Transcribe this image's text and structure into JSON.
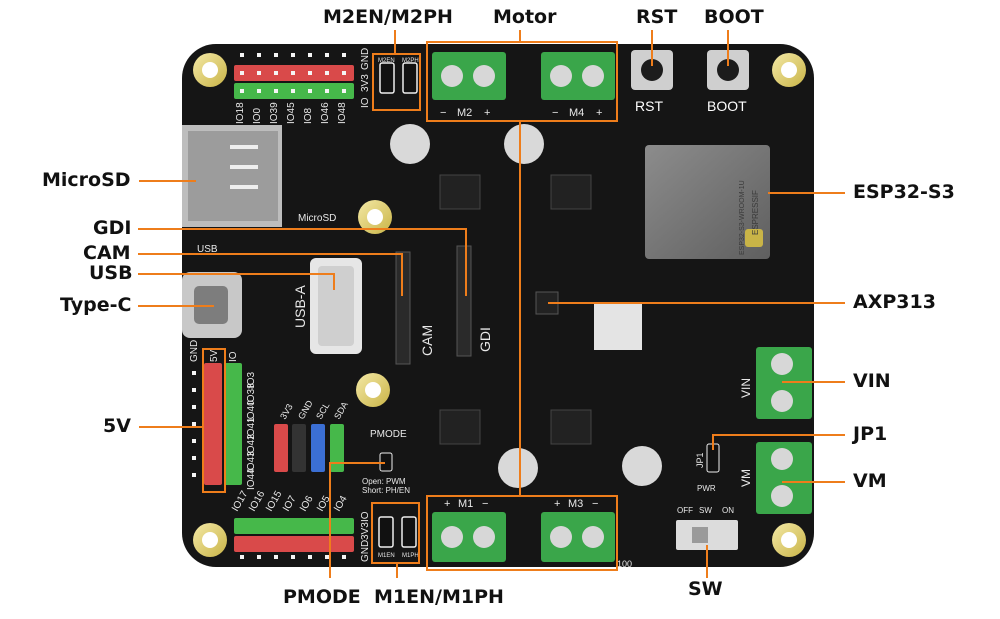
{
  "colors": {
    "pcb": "#151515",
    "callout_line": "#ee7d1b",
    "terminal_green": "#3aa64a",
    "header_red": "#d94a4a",
    "header_green": "#46b84a",
    "header_blue": "#3b6fd4",
    "mount_gold": "#e6d36a"
  },
  "labels": {
    "m2en_m2ph": "M2EN/M2PH",
    "motor": "Motor",
    "rst": "RST",
    "boot": "BOOT",
    "microsd": "MicroSD",
    "esp32": "ESP32-S3",
    "gdi": "GDI",
    "cam": "CAM",
    "usb": "USB",
    "typec": "Type-C",
    "axp313": "AXP313",
    "vin": "VIN",
    "five_v": "5V",
    "jp1": "JP1",
    "vm": "VM",
    "pmode": "PMODE",
    "m1en_m1ph": "M1EN/M1PH",
    "sw": "SW"
  },
  "silk": {
    "top_pins": [
      "IO18",
      "IO0",
      "IO39",
      "IO45",
      "IO8",
      "IO46",
      "IO48"
    ],
    "top_side": [
      "GND",
      "3V3",
      "IO"
    ],
    "m2en": "M2EN",
    "m2ph": "M2PH",
    "m2": "M2",
    "m4": "M4",
    "plus": "+",
    "minus": "−",
    "rst": "RST",
    "boot": "BOOT",
    "microsd": "MicroSD",
    "usb": "USB",
    "usb_a": "USB-A",
    "cam": "CAM",
    "gdi": "GDI",
    "left_head": [
      "GND",
      "5V",
      "IO"
    ],
    "left_pins": [
      "IO3",
      "IO38",
      "IO40",
      "IO41",
      "IO42",
      "IO43",
      "IO44"
    ],
    "i2c": [
      "3V3",
      "GND",
      "SCL",
      "SDA"
    ],
    "pmode": "PMODE",
    "pmode_note1": "Open: PWM",
    "pmode_note2": "Short: PH/EN",
    "bottom_pins": [
      "IO17",
      "IO16",
      "IO15",
      "IO7",
      "IO6",
      "IO5",
      "IO4"
    ],
    "bottom_side": [
      "GND",
      "3V3",
      "IO"
    ],
    "m1en": "M1EN",
    "m1ph": "M1PH",
    "m1": "M1",
    "m3": "M3",
    "vin": "VIN",
    "vm": "VM",
    "jp1": "JP1",
    "pwr": "PWR",
    "off": "OFF",
    "sw": "SW",
    "on": "ON",
    "n100": "100",
    "module_brand": "ESPRESSIF",
    "module_name": "ESP32-S3-WROOM-1U"
  }
}
